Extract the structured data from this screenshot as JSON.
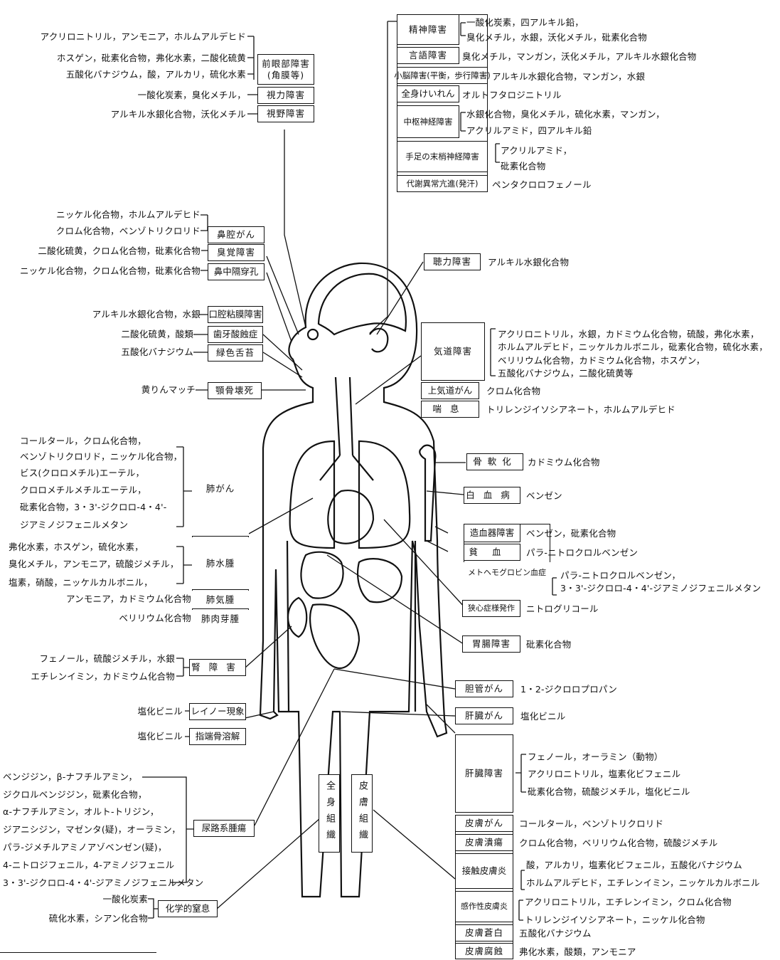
{
  "eyes": {
    "diseases": [
      "前眼部障害\n(角膜等)",
      "視力障害",
      "視野障害"
    ],
    "lines": [
      "アクリロニトリル，アンモニア，ホルムアルデヒド",
      "ホスゲン，砒素化合物，弗化水素，二酸化硫黄",
      "五酸化バナジウム，酸，アルカリ，硫化水素",
      "一酸化炭素，臭化メチル，",
      "アルキル水銀化合物，沃化メチル"
    ]
  },
  "nerve": {
    "diseases": [
      "精神障害",
      "言語障害",
      "小脳障害(平衡，歩行障害)",
      "全身けいれん",
      "中枢神経障害",
      "手足の末梢神経障害",
      "代謝異常亢進(発汗)"
    ],
    "lines": [
      "一酸化炭素，四アルキル鉛，",
      "臭化メチル，水銀，沃化メチル，砒素化合物",
      "臭化メチル，マンガン，沃化メチル，アルキル水銀化合物",
      "アルキル水銀化合物，マンガン，水銀",
      "オルトフタロジニトリル",
      "水銀化合物，臭化メチル，硫化水素，マンガン，",
      "アクリルアミド，四アルキル鉛",
      "アクリルアミド，",
      "砒素化合物",
      "ペンタクロロフェノール"
    ]
  },
  "nose": {
    "diseases": [
      "鼻腔がん",
      "臭覚障害",
      "鼻中隔穿孔"
    ],
    "lines": [
      "ニッケル化合物，ホルムアルデヒド",
      "クロム化合物，ベンゾトリクロリド",
      "二酸化硫黄，クロム化合物，砒素化合物",
      "ニッケル化合物，クロム化合物，砒素化合物"
    ]
  },
  "ear": {
    "disease": "聴力障害",
    "agent": "アルキル水銀化合物"
  },
  "mouth": {
    "diseases": [
      "口腔粘膜障害",
      "歯牙酸蝕症",
      "緑色舌苔",
      "顎骨壊死"
    ],
    "lines": [
      "アルキル水銀化合物，水銀",
      "二酸化硫黄，酸類",
      "五酸化バナジウム",
      "黄りんマッチ"
    ]
  },
  "airway": {
    "diseases": [
      "気道障害",
      "上気道がん",
      "喘息"
    ],
    "lines": [
      "アクリロニトリル，水銀，カドミウム化合物，硫酸，弗化水素，",
      "ホルムアルデヒド，ニッケルカルボニル，砒素化合物，硫化水素，",
      "ベリリウム化合物，カドミウム化合物，ホスゲン，",
      "五酸化バナジウム，二酸化硫黄等",
      "クロム化合物",
      "トリレンジイソシアネート，ホルムアルデヒド"
    ]
  },
  "lung": {
    "diseases": [
      "肺がん",
      "肺水腫",
      "肺気腫",
      "肺肉芽腫"
    ],
    "lines": [
      "コールタール，クロム化合物，",
      "ベンゾトリクロリド，ニッケル化合物，",
      "ビス(クロロメチル)エーテル，",
      "クロロメチルメチルエーテル，",
      "砒素化合物，3・3'-ジクロロ-4・4'-",
      "ジアミノジフェニルメタン",
      "弗化水素，ホスゲン，硫化水素，",
      "臭化メチル，アンモニア，硫酸ジメチル，",
      "塩素，硝酸，ニッケルカルボニル，",
      "アンモニア，カドミウム化合物",
      "ベリリウム化合物"
    ]
  },
  "blood": {
    "diseases": [
      "骨軟化",
      "白血病",
      "造血器障害",
      "貧血",
      "メトヘモグロビン血症",
      "狭心症様発作",
      "胃腸障害"
    ],
    "lines": [
      "カドミウム化合物",
      "ベンゼン",
      "ベンゼン，砒素化合物",
      "パラ-ニトロクロルベンゼン",
      "パラ-ニトロクロルベンゼン，",
      "3・3'-ジクロロ-4・4'-ジアミノジフェニルメタン",
      "ニトログリコール",
      "砒素化合物"
    ]
  },
  "kidney": {
    "disease": "腎障害",
    "lines": [
      "フェノール，硫酸ジメチル，水銀",
      "エチレンイミン，カドミウム化合物"
    ]
  },
  "liver": {
    "diseases": [
      "胆管がん",
      "肝臓がん",
      "肝臓障害"
    ],
    "lines": [
      "1・2-ジクロロプロパン",
      "塩化ビニル",
      "フェノール，オーラミン（動物）",
      "アクリロニトリル，塩素化ビフェニル",
      "砒素化合物，硫酸ジメチル，塩化ビニル"
    ]
  },
  "hand": {
    "diseases": [
      "レイノー現象",
      "指端骨溶解"
    ],
    "lines": [
      "塩化ビニル",
      "塩化ビニル"
    ]
  },
  "urinary": {
    "disease": "尿路系腫瘍",
    "lines": [
      "ベンジジン，β-ナフチルアミン，",
      "ジクロルベンジジン，砒素化合物，",
      "α-ナフチルアミン，オルト-トリジン，",
      "ジアニシジン，マゼンタ(疑)，オーラミン，",
      "パラ-ジメチルアミノアゾベンゼン(疑)，",
      "4-ニトロジフェニル，4-アミノジフェニル",
      "3・3'-ジクロロ-4・4'-ジアミノジフェニルメタン"
    ]
  },
  "whole": {
    "labels": [
      "全身組織",
      "皮膚組織"
    ],
    "disease": "化学的窒息",
    "lines": [
      "一酸化炭素",
      "硫化水素，シアン化合物"
    ]
  },
  "skin": {
    "diseases": [
      "皮膚がん",
      "皮膚潰瘍",
      "接触皮膚炎",
      "感作性皮膚炎",
      "皮膚蒼白",
      "皮膚腐蝕"
    ],
    "lines": [
      "コールタール，ベンゾトリクロリド",
      "クロム化合物，ベリリウム化合物，硫酸ジメチル",
      "酸，アルカリ，塩素化ビフェニル，五酸化バナジウム",
      "ホルムアルデヒド，エチレンイミン，ニッケルカルボニル",
      "アクリロニトリル，エチレンイミン，クロム化合物",
      "トリレンジイソシアネート，ニッケル化合物",
      "五酸化バナジウム",
      "弗化水素，酸類，アンモニア"
    ]
  }
}
